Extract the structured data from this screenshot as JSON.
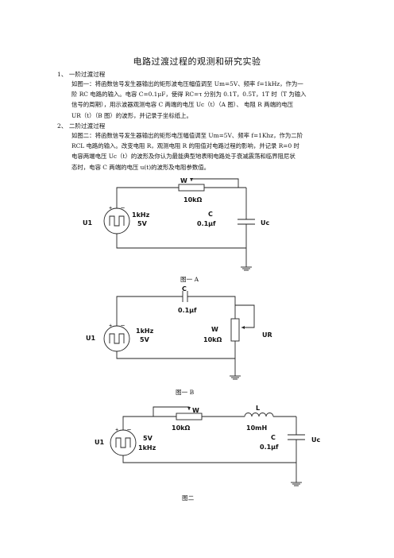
{
  "title": "电路过渡过程的观测和研究实验",
  "sections": [
    {
      "heading": "1、 一阶过渡过程",
      "lines": [
        "如图一：将函数信号发生器输出的矩形波电压幅值调至 Um=5V、频率 f=1kHz，作为一",
        "阶 RC 电路的输入。电容 C=0.1μF，使得 RC=τ 分别为 0.1T，0.5T，1T 时（T 为输入",
        "信号的周期），用示波器观测电容 C 两端的电压 Uc（t）（A 图）、 电阻 R 两端的电压",
        "UR（t）（B 图）的波形，并记录于坐标纸上。"
      ]
    },
    {
      "heading": "2、 二阶过渡过程",
      "lines": [
        "如图二：将函数信号发生器输出的矩形电压幅值调至 Um=5V、频率 f=1Khz，作为二阶",
        "RCL 电路的输入。改变电阻 R，观测电阻 R 的阻值对电路过程的影响，并记录 R=0 时",
        "电容两端电压 Uc（t）的波形及你认为最能典型地表明电路处于衰减震荡和临界阻尼状",
        "态时，电容 C 两端的电压 u(t)的波形及电阻参数值。"
      ]
    }
  ],
  "fig_a": {
    "caption": "图一 A",
    "source": "U1",
    "source_freq": "1kHz",
    "source_amp": "5V",
    "pot": "W",
    "pot_value": "10kΩ",
    "cap": "C",
    "cap_value": "0.1μf",
    "output": "Uc",
    "pin_plus": "+",
    "pin_minus": "—"
  },
  "fig_b": {
    "caption": "图一 B",
    "source": "U1",
    "source_freq": "1kHz",
    "source_amp": "5V",
    "cap": "C",
    "cap_value": "0.1μf",
    "pot": "W",
    "pot_value": "10kΩ",
    "output": "UR",
    "pin_plus": "+",
    "pin_minus": "—"
  },
  "fig_c": {
    "caption": "图二",
    "source": "U1",
    "source_amp": "5V",
    "source_freq": "1kHz",
    "pot": "W",
    "pot_value": "10kΩ",
    "inductor": "L",
    "inductor_value": "10mH",
    "cap": "C",
    "cap_value": "0.1μf",
    "output": "Uc",
    "pin_plus": "+",
    "pin_minus": "—"
  }
}
